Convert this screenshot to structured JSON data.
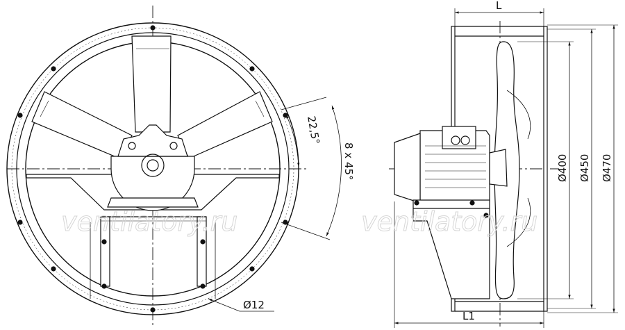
{
  "dimensions": {
    "length_top": "L",
    "length_bottom": "L1",
    "diameter_inner": "Ø400",
    "diameter_mid": "Ø450",
    "diameter_outer": "Ø470",
    "angle_small": "22,5°",
    "angle_bolts": "8 x 45°",
    "hole_diameter": "Ø12"
  },
  "watermark": {
    "left": "ventilatory.ru",
    "right": "ventilatory.ru"
  }
}
